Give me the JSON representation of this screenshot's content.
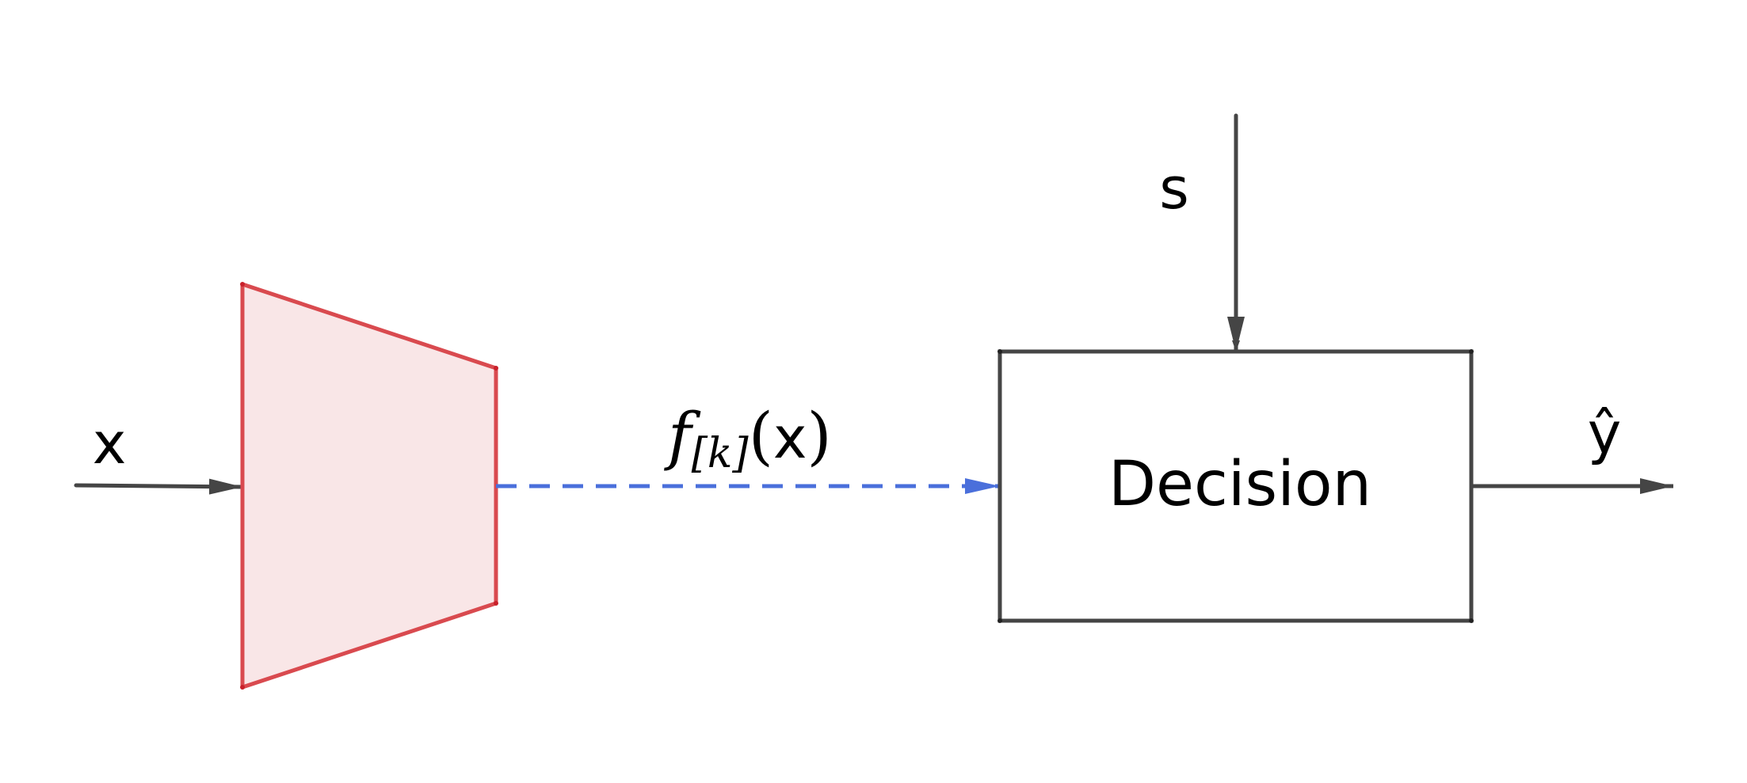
{
  "diagram": {
    "input_label": "x",
    "side_input_label": "s",
    "feature_label": {
      "func": "f",
      "subscript": "[k]",
      "argument_open": "(",
      "argument": "x",
      "argument_close": ")"
    },
    "decision_label": "Decision",
    "output_label": "ŷ"
  },
  "colors": {
    "encoder_stroke": "#d94a4f",
    "encoder_fill": "#f9e6e7",
    "feature_arrow": "#4a6fdb",
    "line": "#454545"
  }
}
